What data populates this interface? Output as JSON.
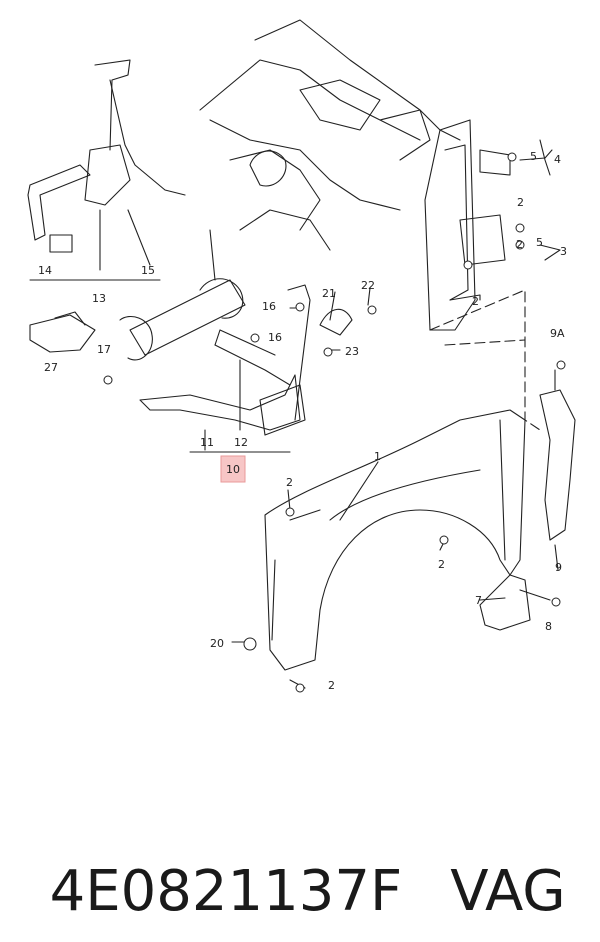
{
  "diagram": {
    "callouts": [
      "1",
      "2",
      "2",
      "2",
      "2",
      "2",
      "2",
      "3",
      "4",
      "5",
      "5",
      "7",
      "8",
      "9",
      "9A",
      "10",
      "11",
      "12",
      "13",
      "14",
      "15",
      "16",
      "16",
      "17",
      "20",
      "21",
      "22",
      "23",
      "27"
    ],
    "highlight_color": "#f7c6c6",
    "highlight_border": "#e89a9a",
    "line_color": "#222222"
  },
  "footer": {
    "part_number": "4E0821137F",
    "brand": "VAG"
  }
}
